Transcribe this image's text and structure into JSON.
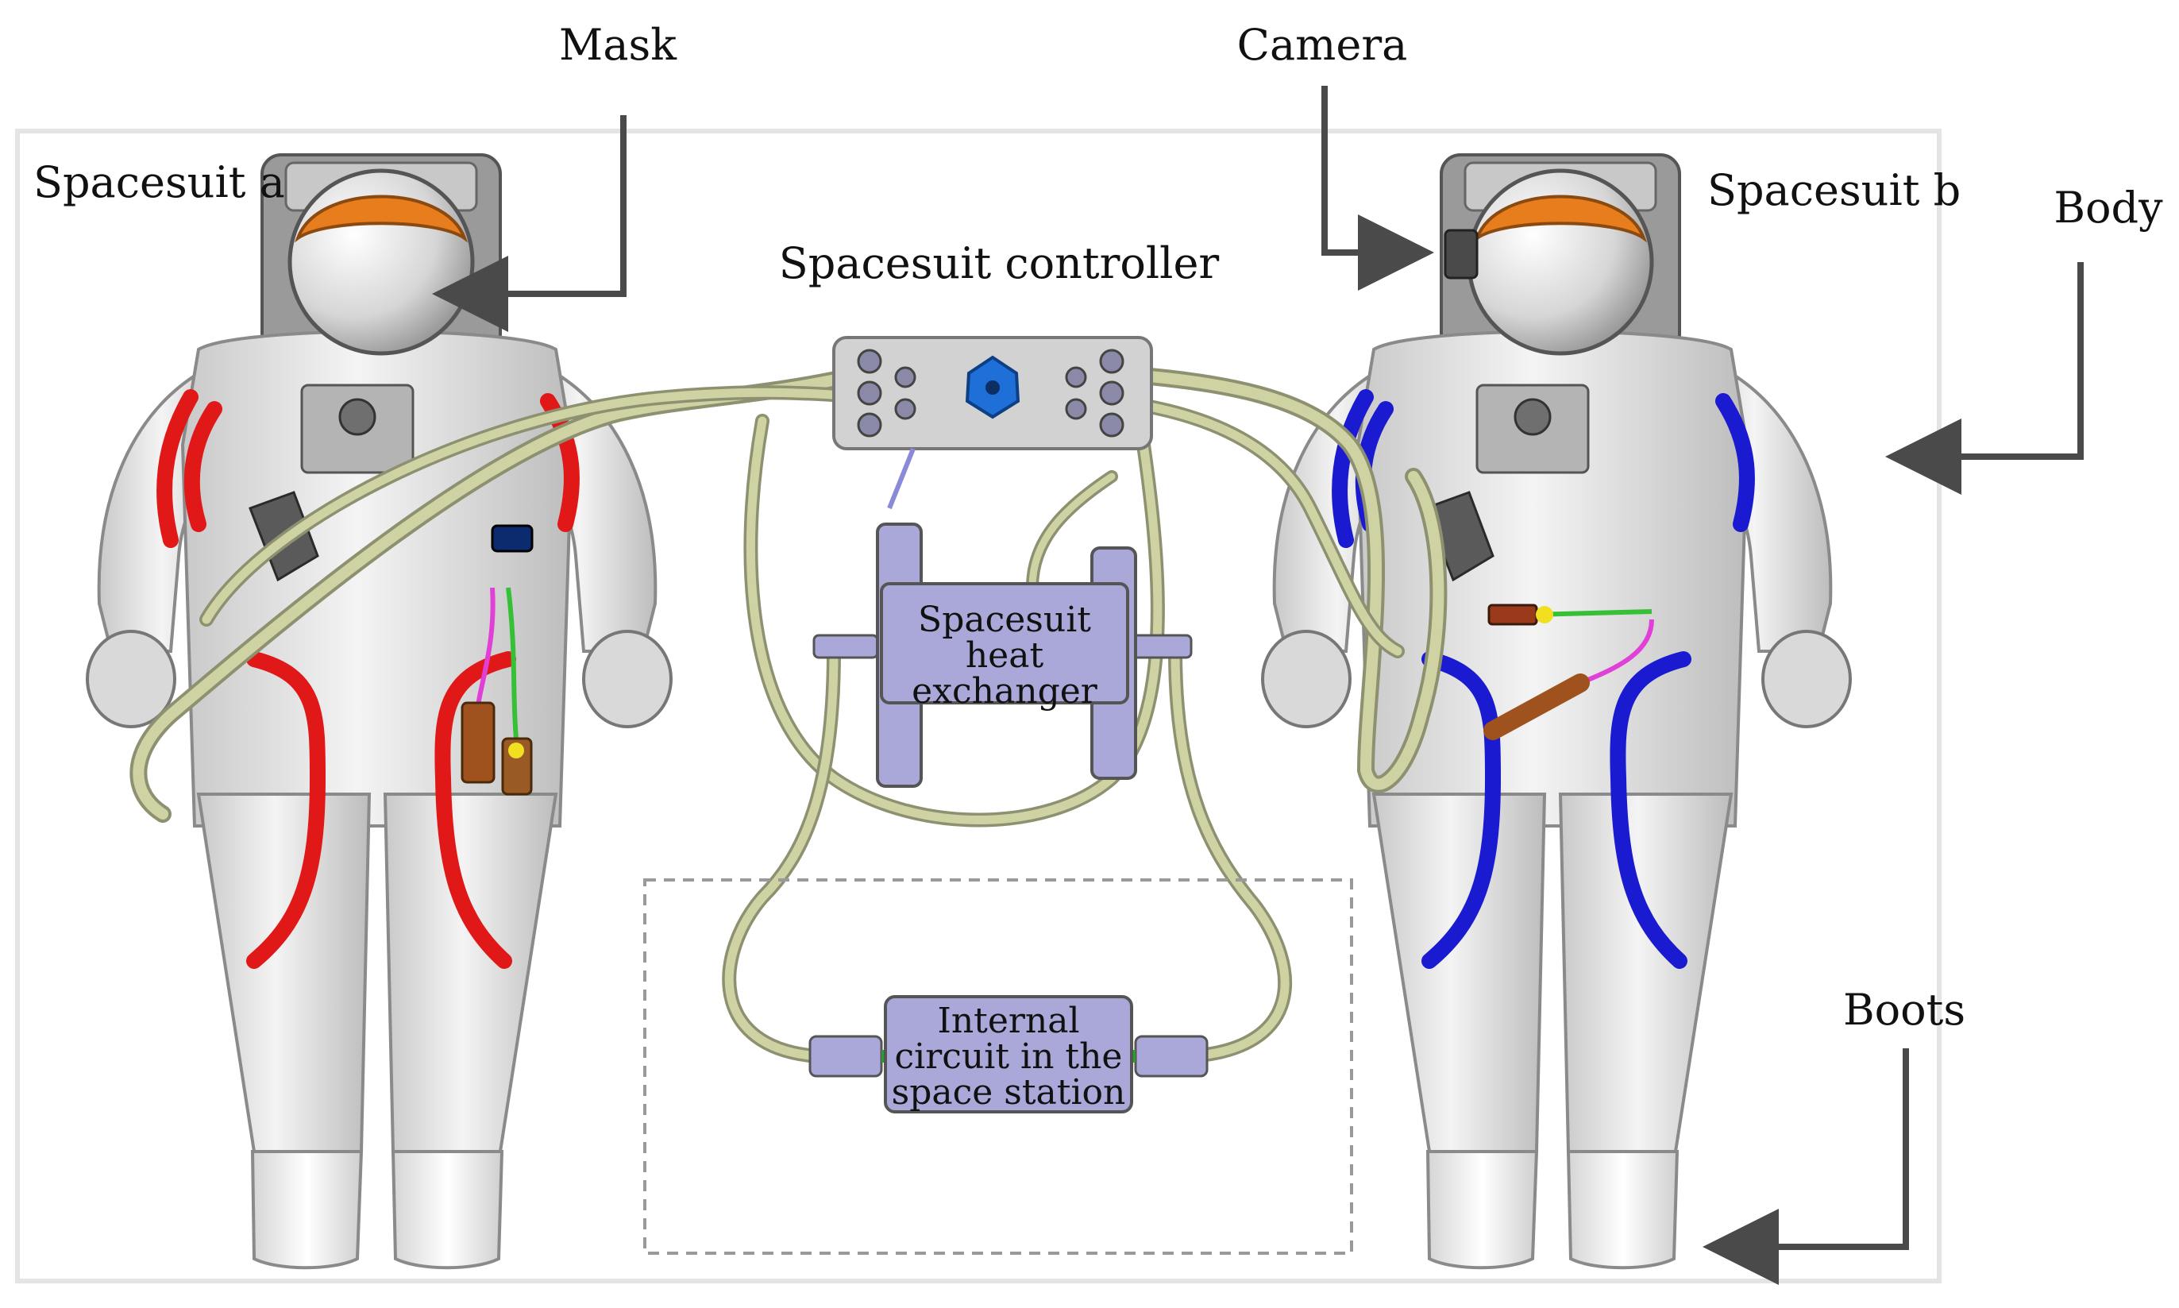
{
  "labels": {
    "mask": "Mask",
    "camera": "Camera",
    "spacesuit_a": "Spacesuit a",
    "spacesuit_b": "Spacesuit b",
    "body": "Body",
    "spacesuit_controller": "Spacesuit controller",
    "boots": "Boots"
  },
  "heat_exchanger": {
    "lines": [
      "Spacesuit",
      "heat",
      "exchanger"
    ]
  },
  "internal_circuit": {
    "lines": [
      "Internal",
      "circuit in the",
      "space station"
    ]
  },
  "colors": {
    "suit_a_stripes": "#e01818",
    "suit_b_stripes": "#1a1ad0",
    "visor": "#e87d1e",
    "hose": "#cfd3a4",
    "hose_outline": "#8e9170",
    "controller_knob": "#1f6fd8",
    "box_fill": "#a9a8d8",
    "arrow": "#4a4a4a"
  }
}
